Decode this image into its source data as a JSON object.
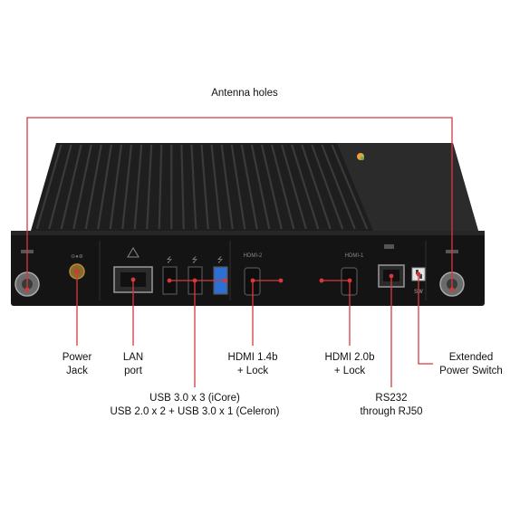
{
  "labels": {
    "antenna": "Antenna holes",
    "power": [
      "Power",
      "Jack"
    ],
    "lan": [
      "LAN",
      "port"
    ],
    "usb": [
      "USB 3.0 x 3 (iCore)",
      "USB 2.0 x 2 + USB 3.0 x 1 (Celeron)"
    ],
    "hdmi14": [
      "HDMI 1.4b",
      "+ Lock"
    ],
    "hdmi20": [
      "HDMI 2.0b",
      "+ Lock"
    ],
    "rs232": [
      "RS232",
      "through RJ50"
    ],
    "switch": [
      "Extended",
      "Power Switch"
    ]
  },
  "panel_marks": {
    "hdmi2": "HDMI-2",
    "hdmi1": "HDMI-1",
    "sw": "SW"
  },
  "colors": {
    "callout": "#d9383a",
    "chassis": "#1c1c1c",
    "fin": "#2a2a2a",
    "panel": "#141414",
    "usb3_blue": "#2d6fd2"
  }
}
